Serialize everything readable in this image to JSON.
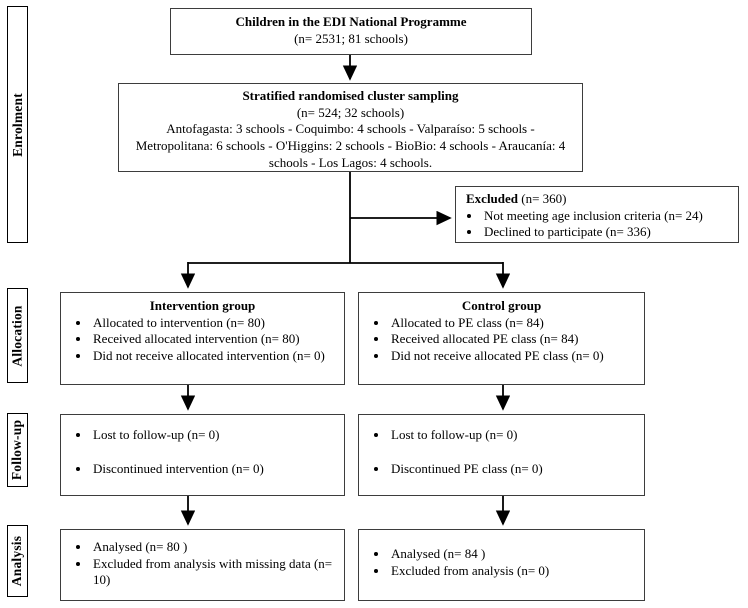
{
  "sidebar": {
    "enrolment": "Enrolment",
    "allocation": "Allocation",
    "followup": "Follow-up",
    "analysis": "Analysis"
  },
  "boxes": {
    "top": {
      "title": "Children in the EDI National Programme",
      "subtitle": "(n= 2531; 81 schools)"
    },
    "sampling": {
      "title": "Stratified randomised cluster sampling",
      "subtitle": "(n= 524; 32 schools)",
      "detail": "Antofagasta: 3 schools - Coquimbo: 4 schools - Valparaíso: 5 schools - Metropolitana: 6 schools - O'Higgins: 2 schools - BioBio: 4 schools - Araucanía: 4 schools - Los Lagos: 4 schools."
    },
    "excluded": {
      "title": "Excluded",
      "n": "(n= 360)",
      "items": [
        "Not meeting age inclusion criteria (n= 24)",
        "Declined to participate (n= 336)"
      ]
    },
    "intervention": {
      "title": "Intervention group",
      "items": [
        "Allocated to intervention (n= 80)",
        "Received allocated intervention (n= 80)",
        "Did not receive allocated intervention (n=  0)"
      ]
    },
    "control": {
      "title": "Control group",
      "items": [
        "Allocated to PE class (n= 84)",
        "Received allocated PE class (n= 84)",
        "Did not receive allocated PE class (n=  0)"
      ]
    },
    "followup_left": {
      "items": [
        "Lost to follow-up (n= 0)",
        "Discontinued intervention (n= 0)"
      ]
    },
    "followup_right": {
      "items": [
        "Lost to follow-up (n= 0)",
        "Discontinued PE class (n= 0)"
      ]
    },
    "analysis_left": {
      "items": [
        "Analysed  (n= 80 )",
        "Excluded from analysis with missing data (n= 10)"
      ]
    },
    "analysis_right": {
      "items": [
        "Analysed  (n= 84 )",
        "Excluded from analysis (n= 0)"
      ]
    }
  },
  "colors": {
    "line": "#000000",
    "border": "#3d3d3d",
    "background": "#ffffff"
  }
}
